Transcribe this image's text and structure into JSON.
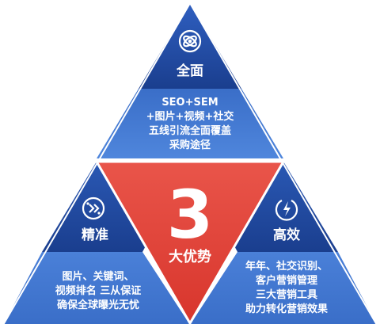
{
  "center": {
    "number": "3",
    "label": "大优势"
  },
  "sections": {
    "top": {
      "title": "全面",
      "icon": "atom-icon",
      "lines": [
        "SEO+SEM",
        "+图片+视频+社交",
        "五线引流全面覆盖",
        "采购途径"
      ]
    },
    "left": {
      "title": "精准",
      "icon": "target-chip-icon",
      "lines": [
        "图片、关键词、",
        "视频排名 三从保证",
        "确保全球曝光无忧"
      ]
    },
    "right": {
      "title": "高效",
      "icon": "lightning-power-icon",
      "lines": [
        "年年、社交识别、",
        "客户营销管理",
        "三大营销工具",
        "助力转化营销效果"
      ]
    }
  },
  "colors": {
    "dark_blue": "#1a3e8e",
    "mid_blue": "#3a6ec8",
    "light_blue": "#5b8fe0",
    "red": "#e3463c",
    "white": "#ffffff"
  }
}
